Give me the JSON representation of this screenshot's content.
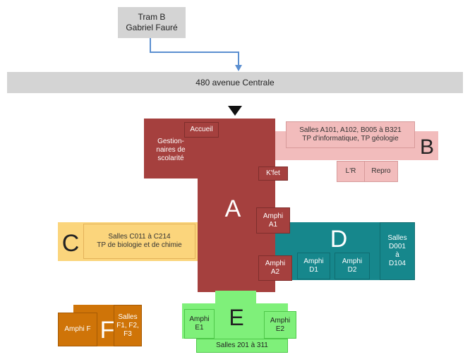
{
  "tram": {
    "line1": "Tram B",
    "line2": "Gabriel Fauré"
  },
  "street": {
    "label": "480 avenue Centrale"
  },
  "A": {
    "letter": "A",
    "accueil": "Accueil",
    "gestion": "Gestion-\nnaires de\nscolarité",
    "kfet": "K'fet",
    "amphiA1": "Amphi\nA1",
    "amphiA2": "Amphi\nA2"
  },
  "B": {
    "letter": "B",
    "salles": "Salles A101, A102, B005 à B321\nTP d'informatique, TP géologie",
    "lr": "L'R",
    "repro": "Repro"
  },
  "C": {
    "letter": "C",
    "salles": "Salles C011 à C214\nTP de biologie et de chimie"
  },
  "D": {
    "letter": "D",
    "salles": "Salles\nD001\nà\nD104",
    "amphiD1": "Amphi\nD1",
    "amphiD2": "Amphi\nD2"
  },
  "E": {
    "letter": "E",
    "amphiE1": "Amphi\nE1",
    "amphiE2": "Amphi\nE2",
    "salles": "Salles 201 à 311"
  },
  "F": {
    "letter": "F",
    "amphiF": "Amphi F",
    "salles": "Salles\nF1, F2,\nF3"
  },
  "colors": {
    "A": "#a5403e",
    "B": "#f2bcbc",
    "C": "#fbd57c",
    "D": "#16878c",
    "E": "#7ff07a",
    "F": "#cf7408",
    "arrow": "#5b8fd0",
    "street": "#d4d4d4"
  }
}
